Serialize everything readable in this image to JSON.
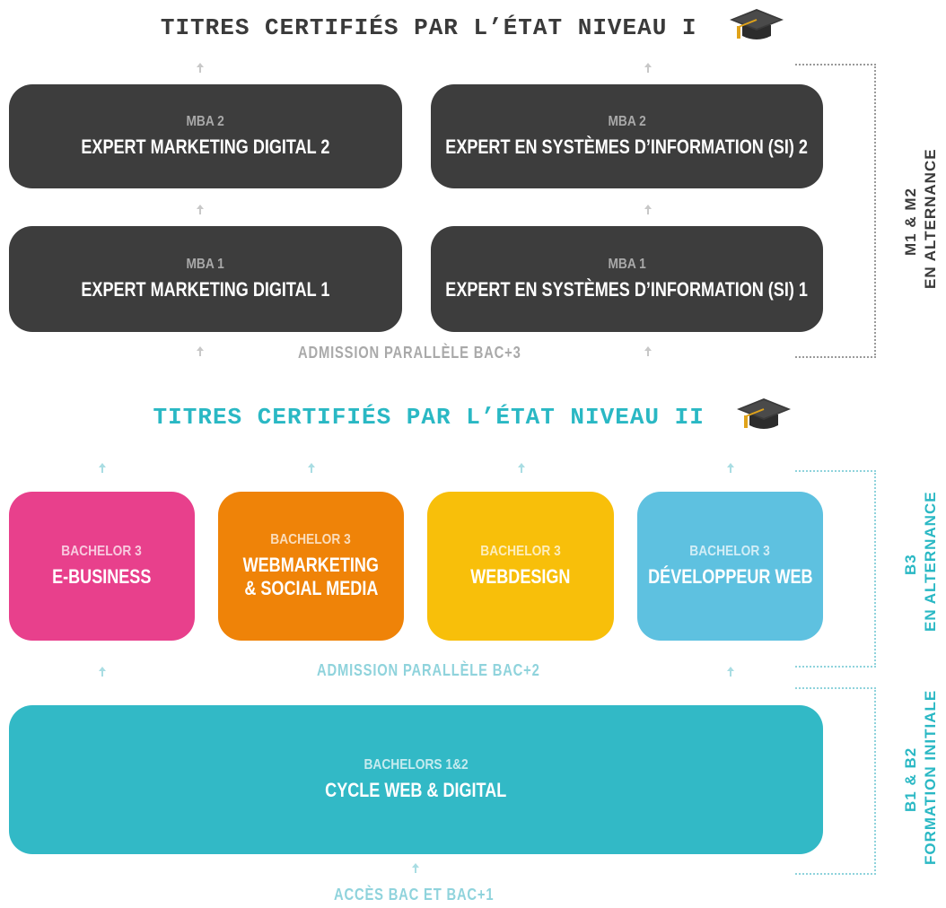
{
  "level1": {
    "title": "TITRES CERTIFIÉS PAR L’ÉTAT NIVEAU I"
  },
  "level2": {
    "title": "TITRES CERTIFIÉS PAR L’ÉTAT NIVEAU II"
  },
  "mba": [
    {
      "sub": "MBA 2",
      "main": "EXPERT MARKETING DIGITAL 2"
    },
    {
      "sub": "MBA 2",
      "main": "EXPERT EN SYSTÈMES D’INFORMATION (SI) 2"
    },
    {
      "sub": "MBA 1",
      "main": "EXPERT MARKETING DIGITAL 1"
    },
    {
      "sub": "MBA 1",
      "main": "EXPERT EN SYSTÈMES D’INFORMATION (SI) 1"
    }
  ],
  "admission_bac3": "ADMISSION PARALLÈLE BAC+3",
  "bachelor3": [
    {
      "sub": "BACHELOR 3",
      "line1": "E-BUSINESS",
      "line2": "",
      "color": "#e8408c"
    },
    {
      "sub": "BACHELOR 3",
      "line1": "WEBMARKETING",
      "line2": "& SOCIAL MEDIA",
      "color": "#ef8308"
    },
    {
      "sub": "BACHELOR 3",
      "line1": "WEBDESIGN",
      "line2": "",
      "color": "#f8bf0a"
    },
    {
      "sub": "BACHELOR 3",
      "line1": "DÉVELOPPEUR WEB",
      "line2": "",
      "color": "#5ec1e0"
    }
  ],
  "admission_bac2": "ADMISSION PARALLÈLE BAC+2",
  "bachelors12": {
    "sub": "BACHELORS 1&2",
    "main": "CYCLE WEB & DIGITAL",
    "color": "#32b9c6"
  },
  "access": "ACCÈS BAC ET BAC+1",
  "side": {
    "m": {
      "line1": "M1 & M2",
      "line2": "EN ALTERNANCE"
    },
    "b3": {
      "line1": "B3",
      "line2": "EN ALTERNANCE"
    },
    "b12": {
      "line1": "B1 & B2",
      "line2": "FORMATION INITIALE"
    }
  },
  "colors": {
    "dark": "#3d3d3d",
    "teal": "#2ab8c4",
    "grey_text": "#a9a9a9",
    "teal_light": "#8fd3dc"
  },
  "icons": [
    "graduation-cap-icon",
    "arrow-up-icon"
  ]
}
